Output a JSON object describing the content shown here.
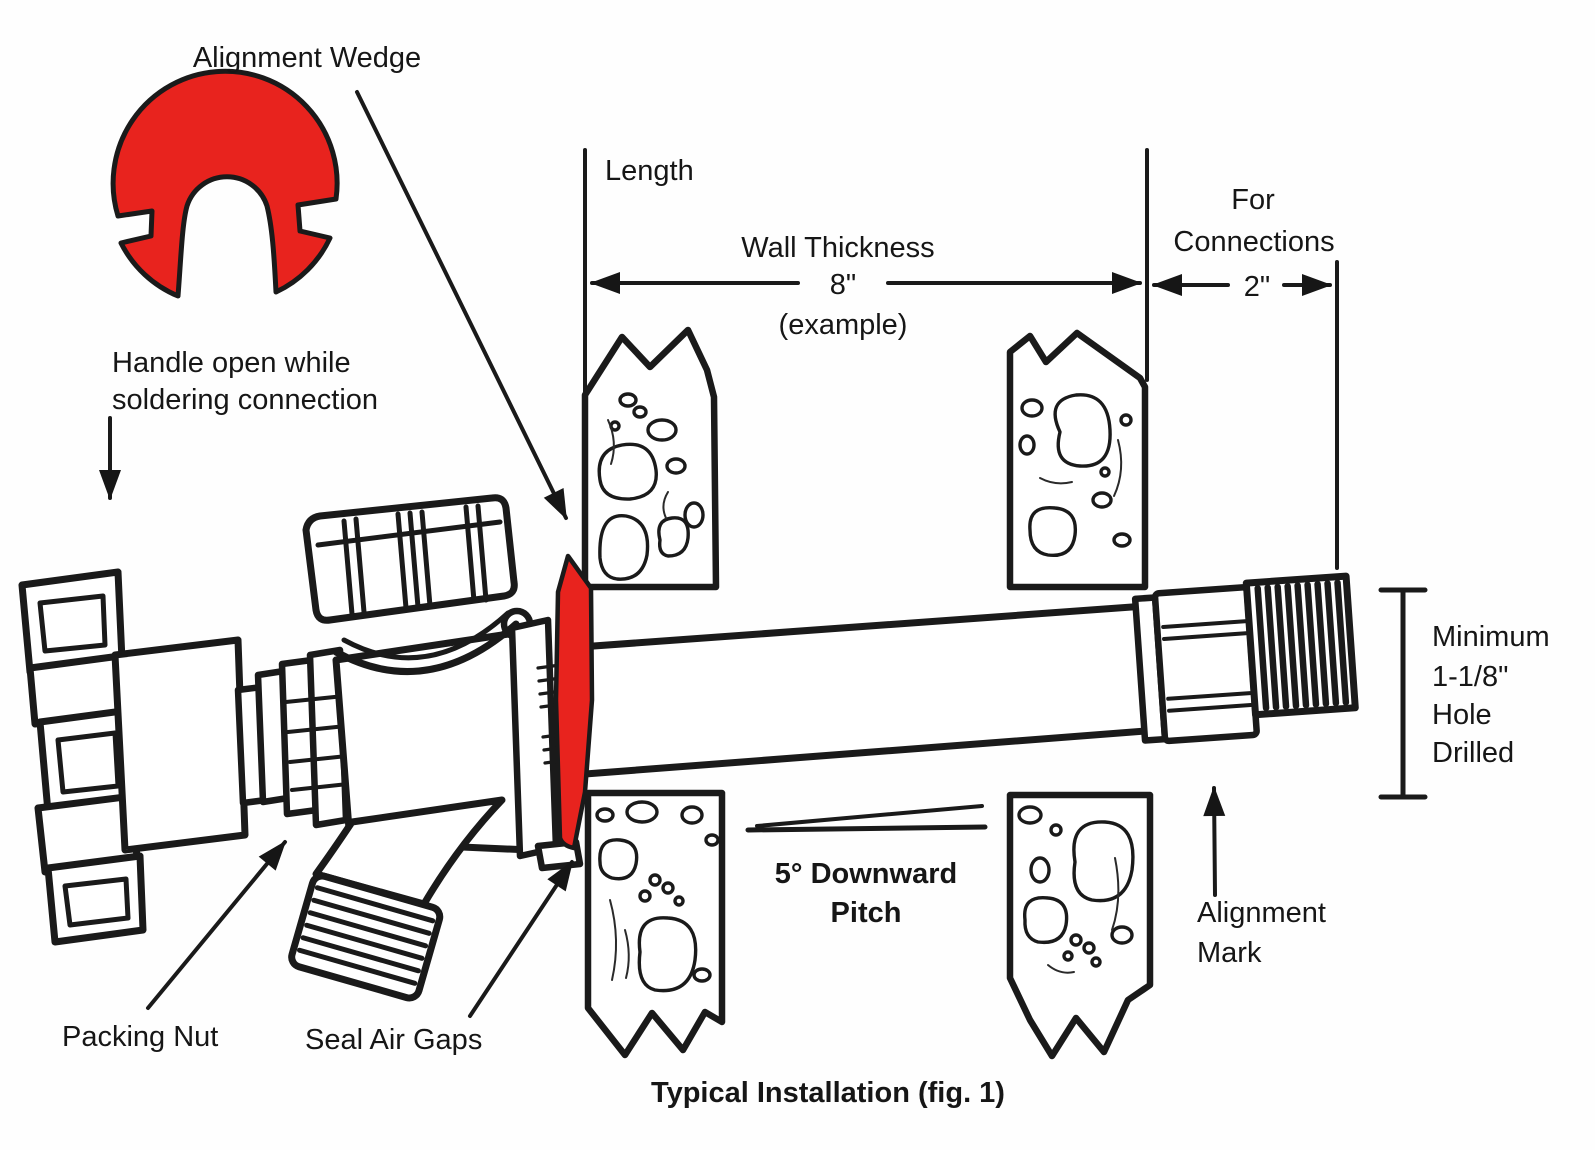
{
  "figure": {
    "title": "Typical Installation (fig. 1)",
    "colors": {
      "accent_red": "#e8231e",
      "ink": "#1a1a1a",
      "paper": "#ffffff"
    }
  },
  "labels": {
    "alignment_wedge": "Alignment Wedge",
    "handle_note_line1": "Handle open while",
    "handle_note_line2": "soldering connection",
    "length": "Length",
    "wall_thickness_title": "Wall Thickness",
    "wall_thickness_value": "8\"",
    "wall_thickness_note": "(example)",
    "for_connections_line1": "For",
    "for_connections_line2": "Connections",
    "for_connections_value": "2\"",
    "min_hole_line1": "Minimum",
    "min_hole_line2": "1-1/8\"",
    "min_hole_line3": "Hole",
    "min_hole_line4": "Drilled",
    "pitch_line1": "5° Downward",
    "pitch_line2": "Pitch",
    "alignment_mark_line1": "Alignment",
    "alignment_mark_line2": "Mark",
    "packing_nut": "Packing Nut",
    "seal_air_gaps": "Seal Air Gaps"
  }
}
